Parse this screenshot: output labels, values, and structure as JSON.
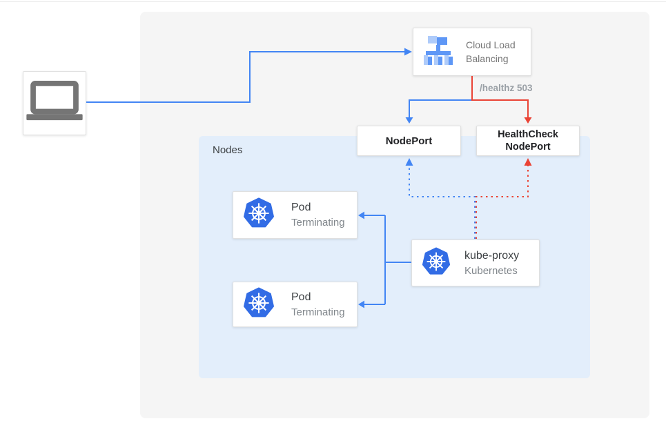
{
  "nodes_panel": {
    "label": "Nodes"
  },
  "healthz_badge": "/healthz 503",
  "boxes": {
    "cloud_load_balancing": {
      "line1": "Cloud Load",
      "line2": "Balancing"
    },
    "nodeport": {
      "label": "NodePort"
    },
    "healthcheck_nodeport": {
      "line1": "HealthCheck",
      "line2": "NodePort"
    },
    "pod1": {
      "title": "Pod",
      "status": "Terminating"
    },
    "pod2": {
      "title": "Pod",
      "status": "Terminating"
    },
    "kube_proxy": {
      "title": "kube-proxy",
      "subtitle": "Kubernetes"
    }
  },
  "icons": {
    "laptop": "laptop-icon",
    "load_balancer": "load-balancer-icon",
    "kubernetes": "kubernetes-icon"
  },
  "colors": {
    "blue": "#4285F4",
    "red": "#EA4335",
    "panel_bg": "#F5F5F5",
    "nodes_bg": "#E3EEFB",
    "kubernetes_blue": "#326CE5",
    "lb_icon_light": "#AECBFA",
    "lb_icon_medium": "#5E97F6"
  }
}
